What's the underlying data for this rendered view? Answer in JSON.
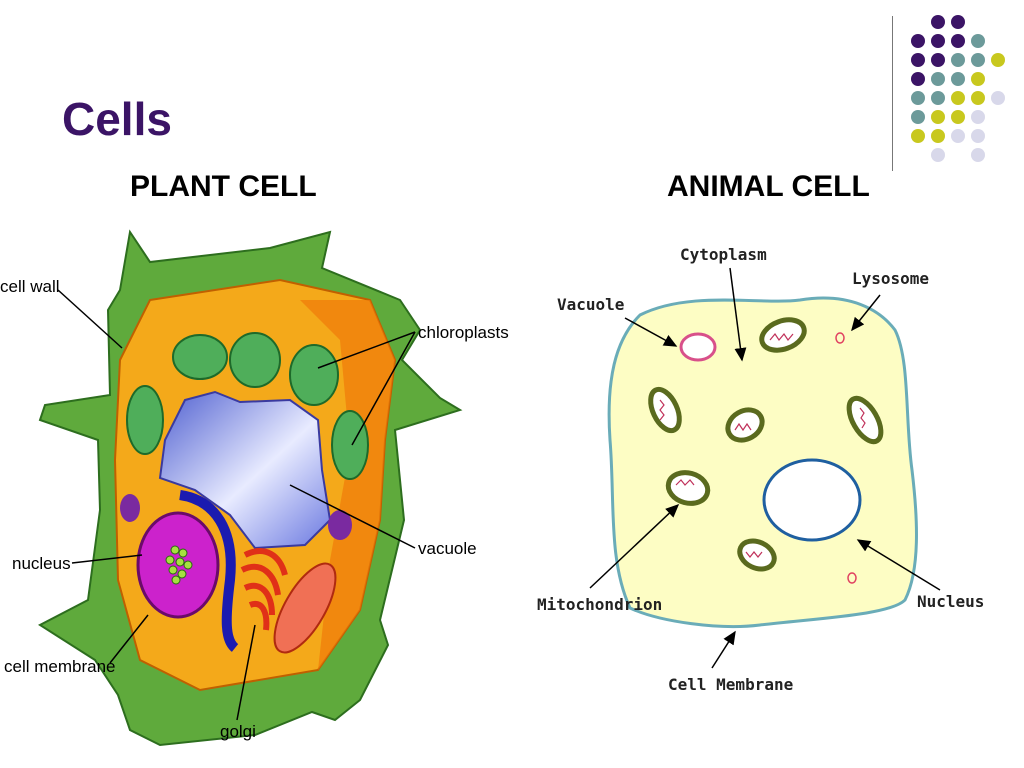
{
  "slide": {
    "title": "Cells",
    "plant_heading": "PLANT CELL",
    "animal_heading": "ANIMAL CELL"
  },
  "plant_labels": {
    "cell_wall": "cell wall",
    "chloroplasts": "chloroplasts",
    "vacuole": "vacuole",
    "nucleus": "nucleus",
    "cell_membrane": "cell membrane",
    "golgi": "golgi"
  },
  "animal_labels": {
    "cytoplasm": "Cytoplasm",
    "lysosome": "Lysosome",
    "vacuole": "Vacuole",
    "mitochondrion": "Mitochondrion",
    "nucleus": "Nucleus",
    "cell_membrane": "Cell Membrane"
  },
  "colors": {
    "title": "#3b1466",
    "dot_purple": "#3b1466",
    "dot_teal": "#6c9a9a",
    "dot_yellow": "#c8c81e",
    "dot_lavender": "#d8d8ea"
  }
}
